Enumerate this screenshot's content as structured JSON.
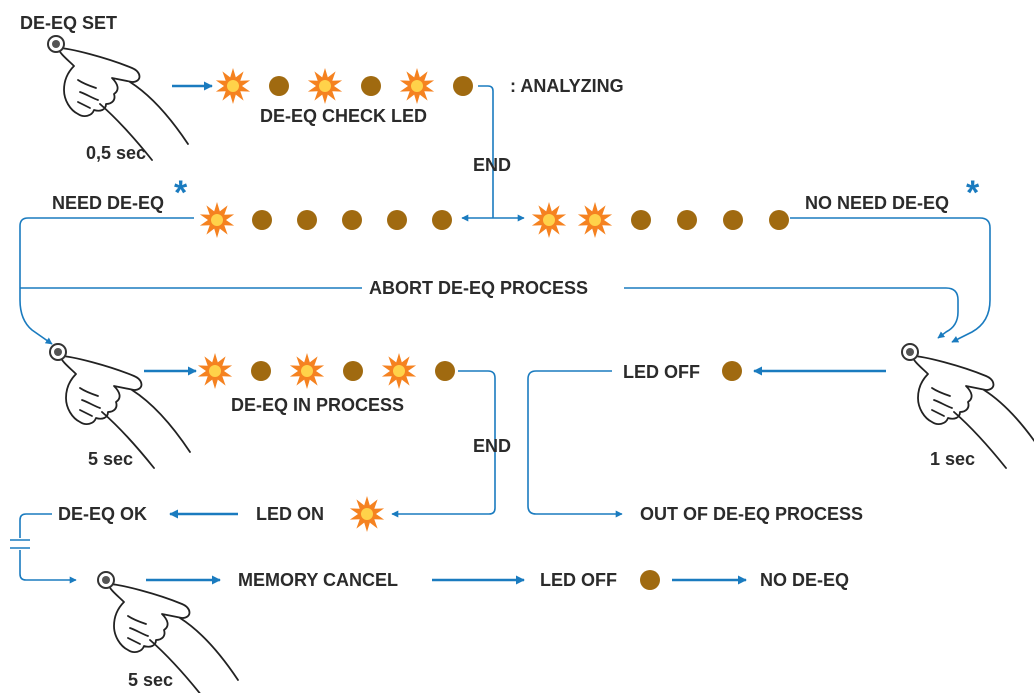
{
  "colors": {
    "flow": "#1a7bbf",
    "led_off": "#a06a10",
    "led_on": "#f58220",
    "led_core": "#ffd24a",
    "text": "#2b2b2b",
    "asterisk": "#1a7bbf"
  },
  "labels": {
    "de_eq_set": "DE-EQ SET",
    "t_0_5": "0,5 sec",
    "analyzing": ": ANALYZING",
    "check_led": "DE-EQ CHECK LED",
    "end": "END",
    "need": "NEED DE-EQ",
    "no_need": "NO NEED DE-EQ",
    "asterisk": "*",
    "abort": "ABORT DE-EQ PROCESS",
    "in_process": "DE-EQ IN PROCESS",
    "t_5": "5 sec",
    "t_1": "1 sec",
    "led_off": "LED OFF",
    "out_of": "OUT OF DE-EQ PROCESS",
    "led_on": "LED ON",
    "de_eq_ok": "DE-EQ OK",
    "memory_cancel": "MEMORY CANCEL",
    "no_de_eq": "NO DE-EQ"
  },
  "led_rows": {
    "analyzing": [
      "on",
      "off",
      "on",
      "off",
      "on",
      "off"
    ],
    "need": [
      "on",
      "off",
      "off",
      "off",
      "off",
      "off"
    ],
    "no_need": [
      "on",
      "on",
      "off",
      "off",
      "off",
      "off"
    ],
    "in_process": [
      "on",
      "off",
      "on",
      "off",
      "on",
      "off"
    ],
    "led_off_1": [
      "off"
    ],
    "led_on": [
      "on"
    ],
    "led_off_2": [
      "off"
    ]
  }
}
